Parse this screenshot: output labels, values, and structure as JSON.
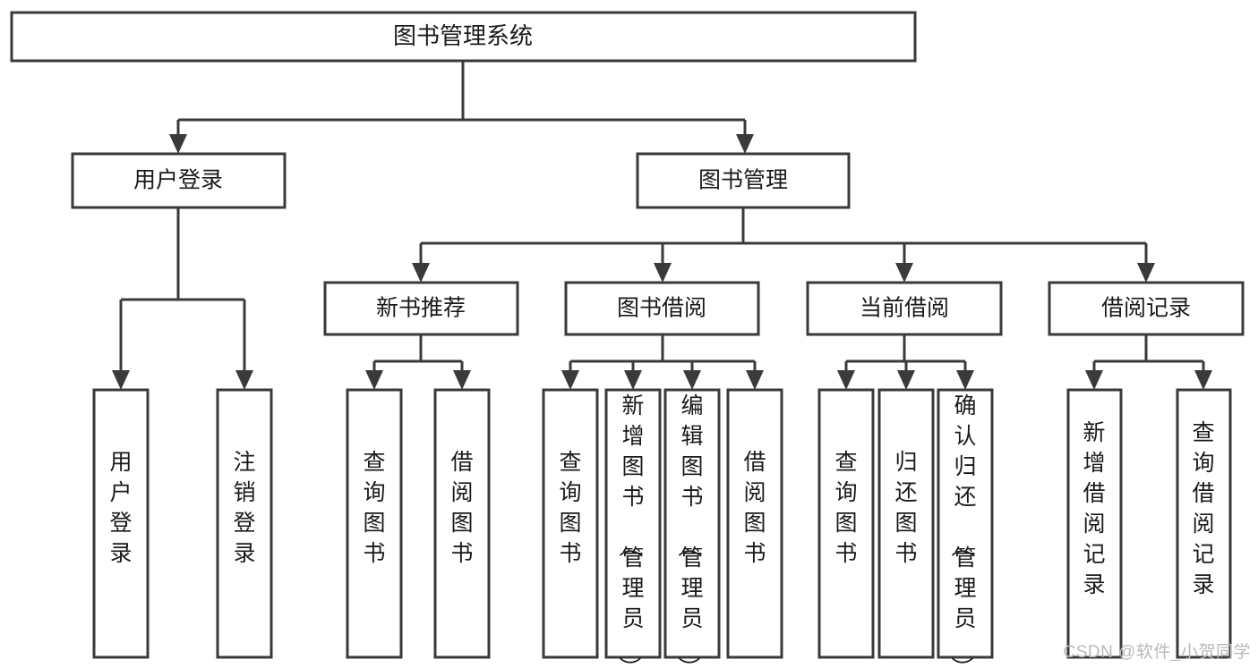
{
  "diagram": {
    "type": "tree-hierarchy",
    "orientation": "top-down",
    "background_color": "#ffffff",
    "line_color": "#3a3a3a",
    "box_fill": "#ffffff",
    "text_color": "#1a1a1a",
    "root": {
      "id": "root",
      "label": "图书管理系统"
    },
    "level2": [
      {
        "id": "user-login",
        "label": "用户登录"
      },
      {
        "id": "book-manage",
        "label": "图书管理"
      }
    ],
    "level3": [
      {
        "id": "new-book-recommend",
        "label": "新书推荐",
        "parent": "book-manage"
      },
      {
        "id": "book-borrow",
        "label": "图书借阅",
        "parent": "book-manage"
      },
      {
        "id": "current-borrow",
        "label": "当前借阅",
        "parent": "book-manage"
      },
      {
        "id": "borrow-record",
        "label": "借阅记录",
        "parent": "book-manage"
      }
    ],
    "leaves": {
      "user-login": [
        {
          "id": "leaf-user-login",
          "label": "用户登录"
        },
        {
          "id": "leaf-user-logout",
          "label": "注销登录"
        }
      ],
      "new-book-recommend": [
        {
          "id": "leaf-query-book-1",
          "label": "查询图书"
        },
        {
          "id": "leaf-borrow-book-1",
          "label": "借阅图书"
        }
      ],
      "book-borrow": [
        {
          "id": "leaf-query-book-2",
          "label": "查询图书"
        },
        {
          "id": "leaf-add-book",
          "label": "新增图书（管理员）"
        },
        {
          "id": "leaf-edit-book",
          "label": "编辑图书（管理员）"
        },
        {
          "id": "leaf-borrow-book-2",
          "label": "借阅图书"
        }
      ],
      "current-borrow": [
        {
          "id": "leaf-query-book-3",
          "label": "查询图书"
        },
        {
          "id": "leaf-return-book",
          "label": "归还图书"
        },
        {
          "id": "leaf-confirm-return",
          "label": "确认归还（管理员）"
        }
      ],
      "borrow-record": [
        {
          "id": "leaf-add-record",
          "label": "新增借阅记录"
        },
        {
          "id": "leaf-query-record",
          "label": "查询借阅记录"
        }
      ]
    }
  },
  "watermark": {
    "text": "CSDN @软件_小贺同学"
  }
}
